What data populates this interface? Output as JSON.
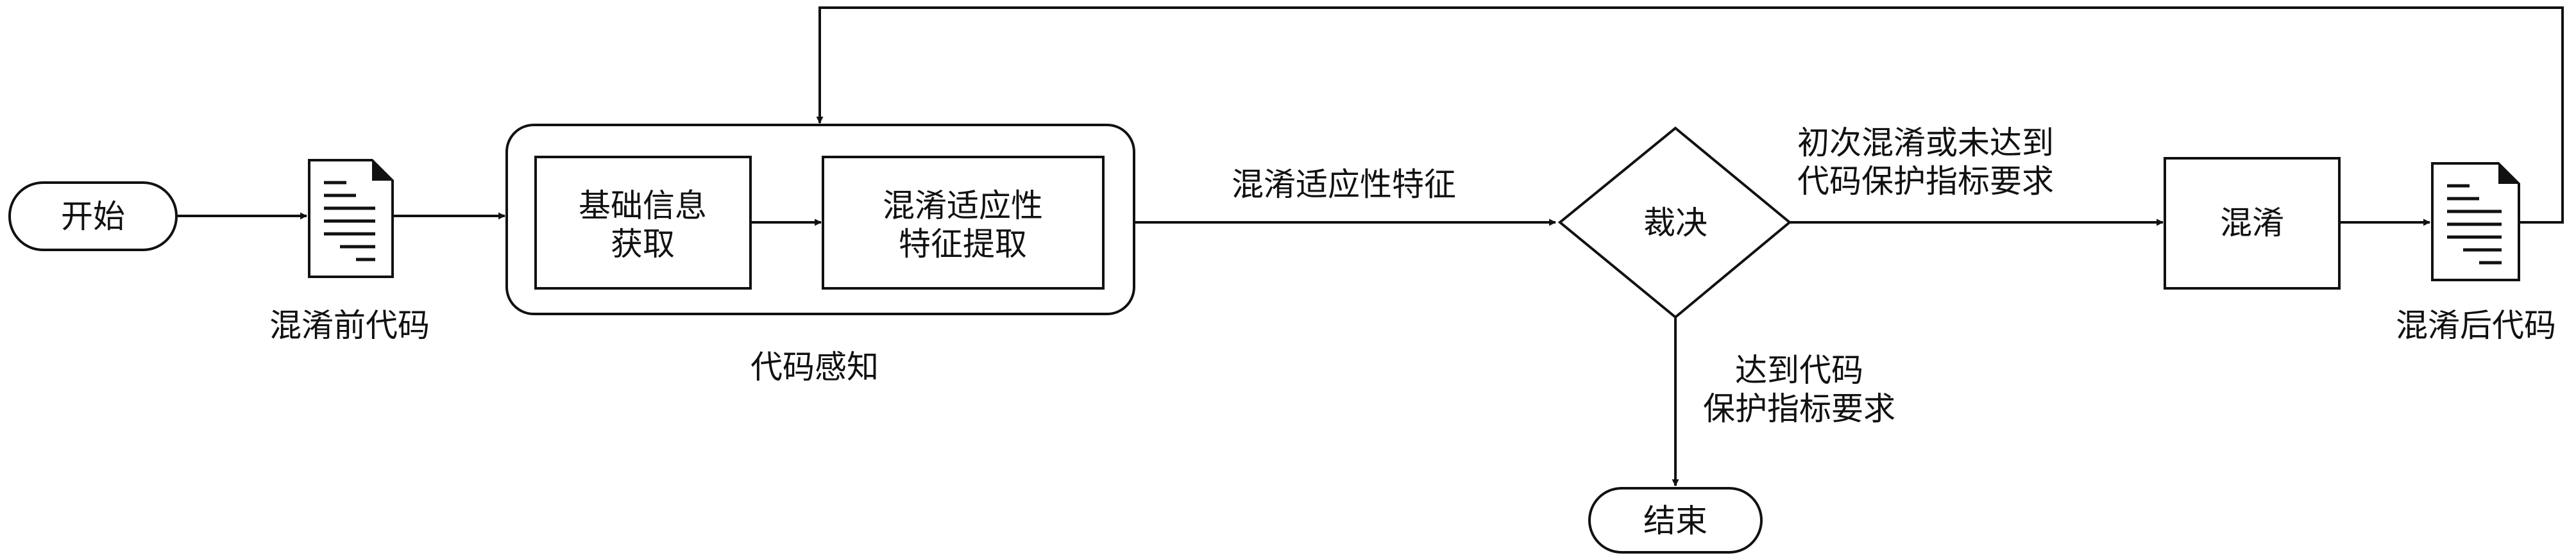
{
  "nodes": {
    "start": "开始",
    "end": "结束",
    "doc_before": "混淆前代码",
    "doc_after": "混淆后代码",
    "basic_info": [
      "基础信息",
      "获取"
    ],
    "feature_extract": [
      "混淆适应性",
      "特征提取"
    ],
    "perception_group": "代码感知",
    "decision": "裁决",
    "obfuscate": "混淆"
  },
  "edges": {
    "feature_label": "混淆适应性特征",
    "not_met": [
      "初次混淆或未达到",
      "代码保护指标要求"
    ],
    "met": [
      "达到代码",
      "保护指标要求"
    ]
  },
  "colors": {
    "stroke": "#111111",
    "fill": "#ffffff"
  }
}
